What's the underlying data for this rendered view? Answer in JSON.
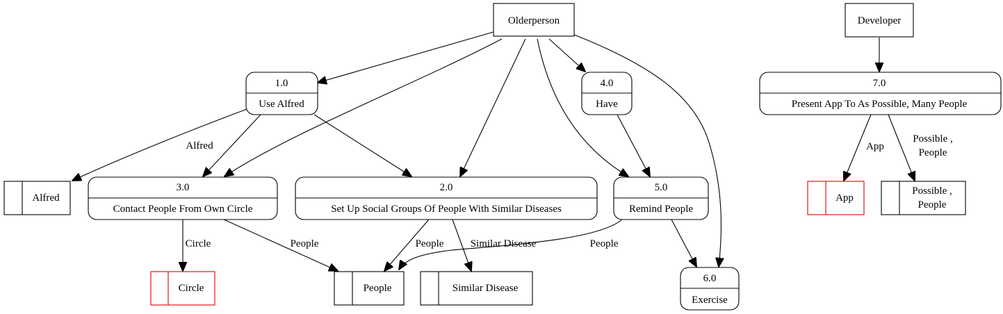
{
  "entities": {
    "olderperson": "Olderperson",
    "developer": "Developer"
  },
  "processes": {
    "p1": {
      "number": "1.0",
      "label": "Use Alfred"
    },
    "p2": {
      "number": "2.0",
      "label": "Set Up Social Groups Of People With Similar Diseases"
    },
    "p3": {
      "number": "3.0",
      "label": "Contact People From Own Circle"
    },
    "p4": {
      "number": "4.0",
      "label": "Have"
    },
    "p5": {
      "number": "5.0",
      "label": "Remind People"
    },
    "p6": {
      "number": "6.0",
      "label": "Exercise"
    },
    "p7": {
      "number": "7.0",
      "label": "Present App To As Possible, Many People"
    }
  },
  "stores": {
    "alfred": "Alfred",
    "circle": "Circle",
    "people": "People",
    "similar_disease": "Similar Disease",
    "app": "App",
    "possible_people_line1": "Possible ,",
    "possible_people_line2": "People"
  },
  "edge_labels": {
    "alfred": "Alfred",
    "circle": "Circle",
    "people_from_3": "People",
    "people_from_2": "People",
    "similar_disease": "Similar Disease",
    "people_from_5": "People",
    "app": "App",
    "possible_line1": "Possible ,",
    "possible_line2": "People"
  },
  "colors": {
    "stroke": "#000000",
    "highlight_store": "#e00000",
    "background": "#ffffff"
  }
}
